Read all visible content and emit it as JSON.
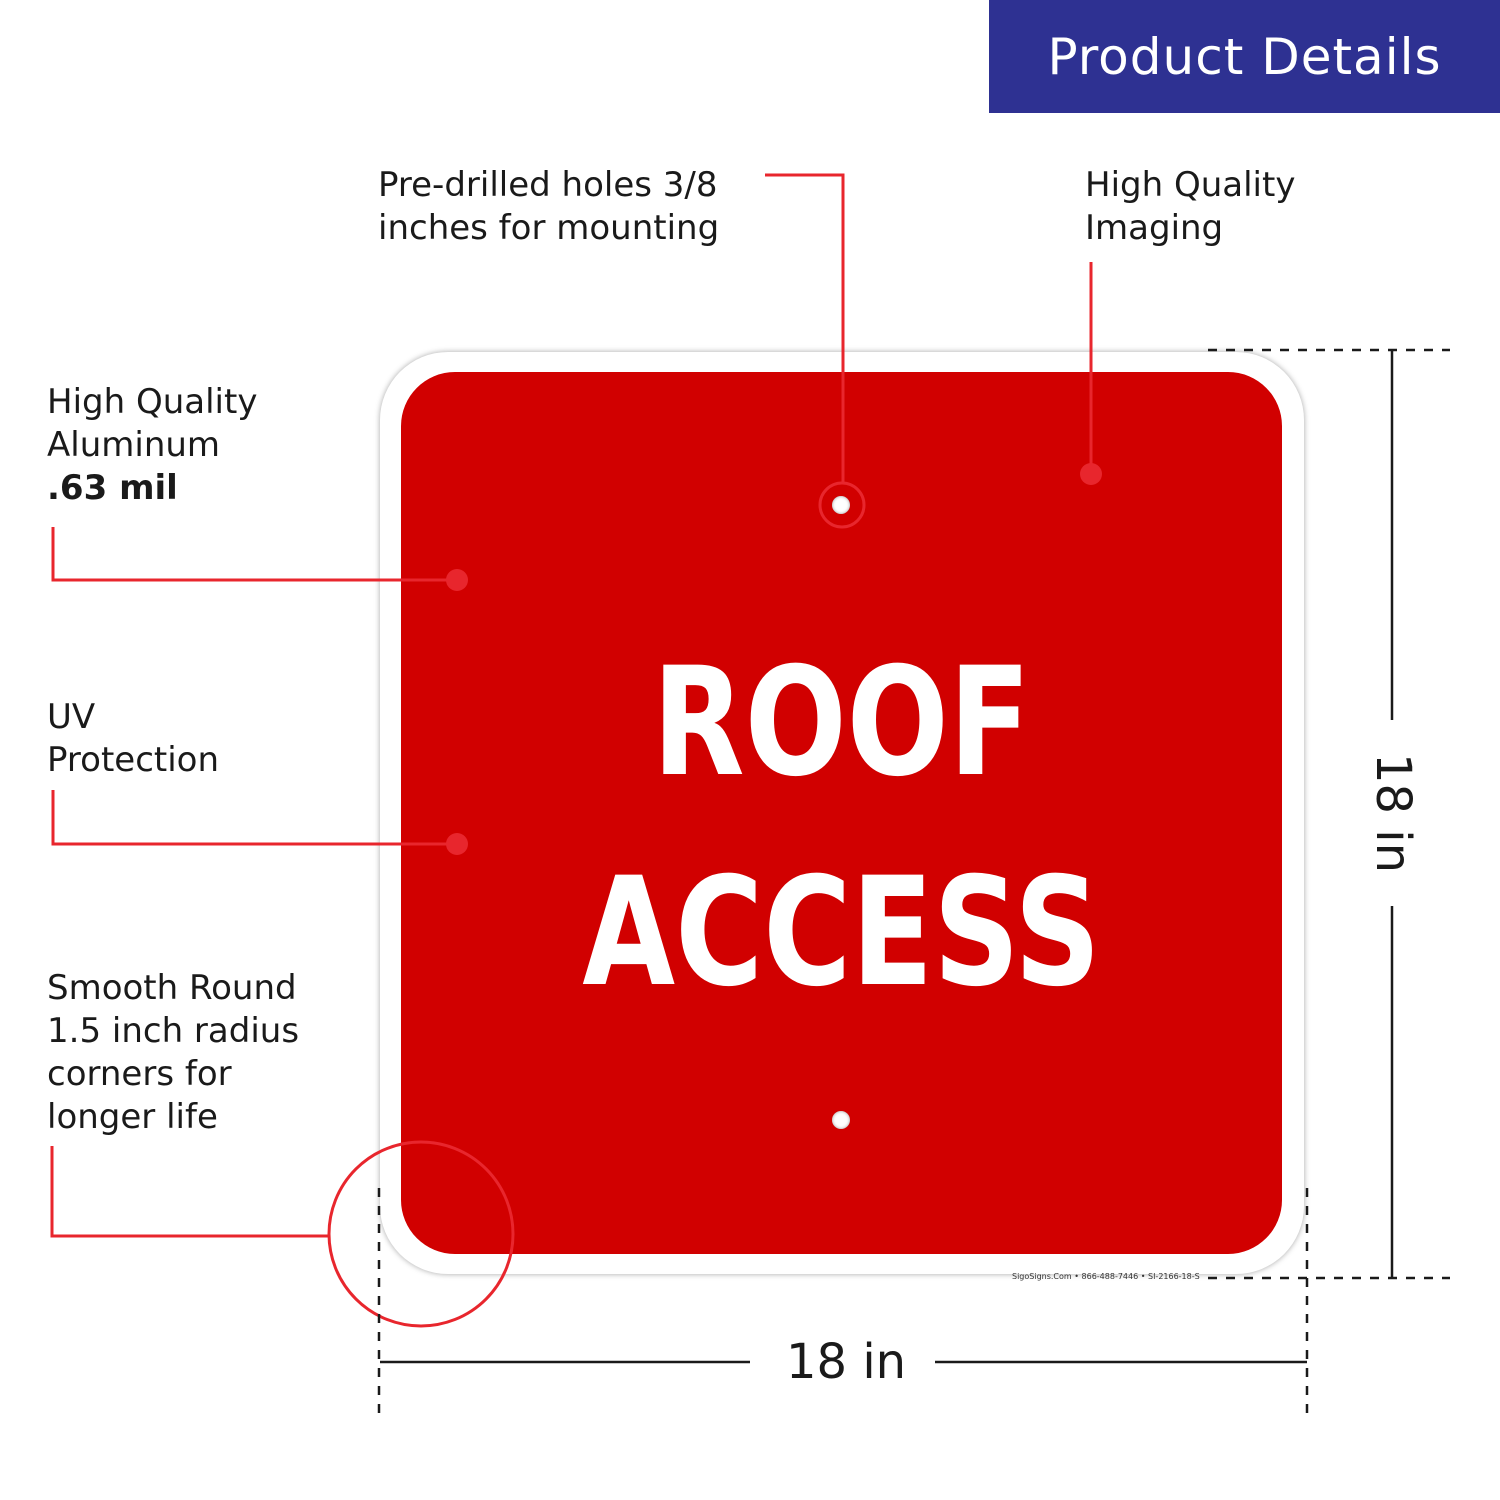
{
  "header": {
    "title": "Product Details"
  },
  "callouts": {
    "holes": [
      "Pre-drilled holes 3/8",
      "inches for mounting"
    ],
    "imaging": [
      "High Quality",
      "Imaging"
    ],
    "aluminum": [
      "High Quality",
      "Aluminum"
    ],
    "aluminum_bold": ".63 mil",
    "uv": [
      "UV",
      "Protection"
    ],
    "corners": [
      "Smooth Round",
      "1.5 inch radius",
      "corners for",
      "longer life"
    ]
  },
  "sign": {
    "line1": "ROOF",
    "line2": "ACCESS",
    "footer": "SigoSigns.Com • 866-488-7446 • SI-2166-18-S"
  },
  "dimensions": {
    "width": "18 in",
    "height": "18 in"
  },
  "colors": {
    "header_bg": "#2e3192",
    "sign_red": "#d10000",
    "callout_red": "#e8262d"
  }
}
